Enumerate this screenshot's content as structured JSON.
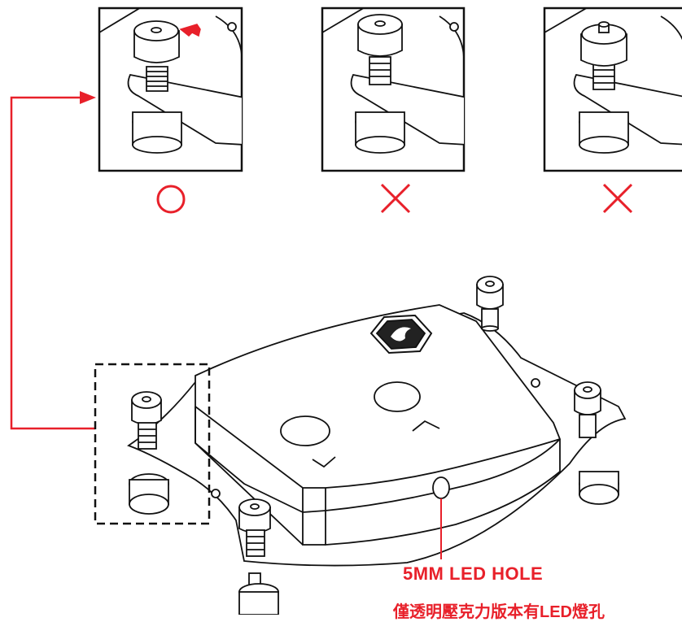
{
  "colors": {
    "accent_red": "#e8202a",
    "line": "#111111",
    "plate_fill": "#ffffff",
    "emblem_fill": "#222222"
  },
  "panels": [
    {
      "id": "correct",
      "mark": "circle",
      "meaning": "correct"
    },
    {
      "id": "wrong-1",
      "mark": "cross",
      "meaning": "incorrect"
    },
    {
      "id": "wrong-2",
      "mark": "cross",
      "meaning": "incorrect"
    }
  ],
  "labels": {
    "led_hole": "5MM  LED  HOLE",
    "note": "僅透明壓克力版本有LED燈孔"
  },
  "icons": {
    "pointer_arrow": "red-arrow-icon",
    "emblem": "dragon-emblem-icon",
    "ok_mark": "circle-icon",
    "ng_mark": "cross-icon"
  }
}
